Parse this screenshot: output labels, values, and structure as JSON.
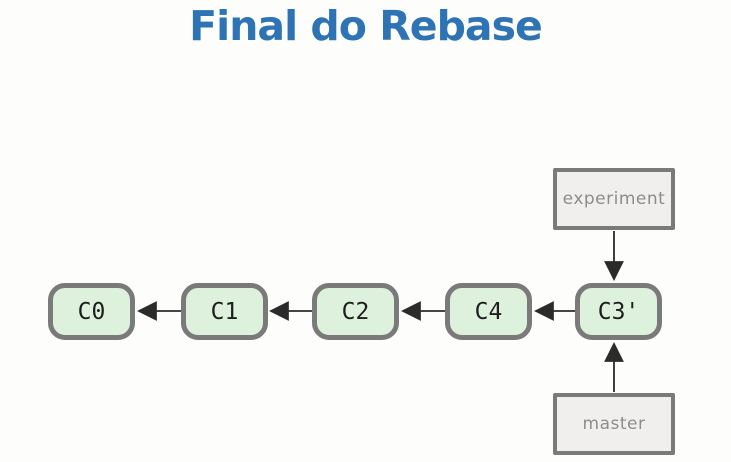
{
  "title": {
    "text": "Final do Rebase",
    "color": "#2e74b5"
  },
  "diagram": {
    "type": "git-commit-graph",
    "commits": [
      {
        "id": "C0",
        "label": "C0"
      },
      {
        "id": "C1",
        "label": "C1"
      },
      {
        "id": "C2",
        "label": "C2"
      },
      {
        "id": "C4",
        "label": "C4"
      },
      {
        "id": "C3p",
        "label": "C3'"
      }
    ],
    "branches": [
      {
        "id": "experiment",
        "label": "experiment",
        "points_to": "C3'",
        "position": "above"
      },
      {
        "id": "master",
        "label": "master",
        "points_to": "C3'",
        "position": "below"
      }
    ],
    "edges": [
      {
        "from": "C1",
        "to": "C0"
      },
      {
        "from": "C2",
        "to": "C1"
      },
      {
        "from": "C4",
        "to": "C2"
      },
      {
        "from": "C3'",
        "to": "C4"
      },
      {
        "from": "experiment",
        "to": "C3'"
      },
      {
        "from": "master",
        "to": "C3'"
      }
    ],
    "colors": {
      "commit_fill": "#ddf1dc",
      "commit_border": "#7a7a7a",
      "branch_fill": "#f1efee",
      "branch_border": "#7a7a7a",
      "branch_text": "#8c8c8c",
      "commit_text": "#1e1e1e",
      "arrow": "#2b2b2b",
      "background": "#fdfdfc"
    }
  }
}
